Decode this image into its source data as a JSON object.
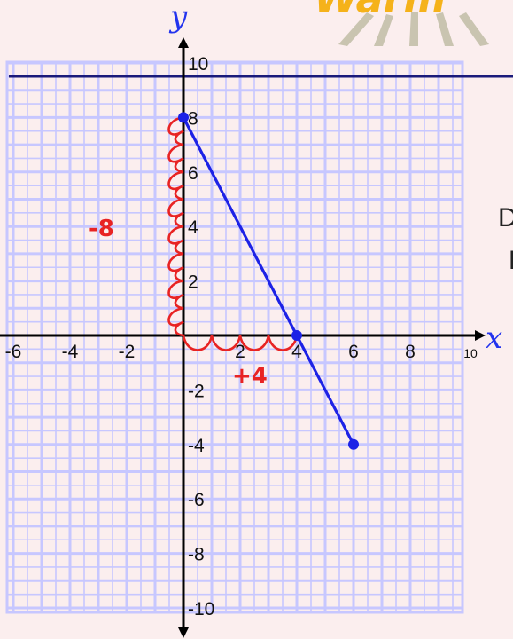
{
  "slide": {
    "logo_text": "Warm",
    "side_text_lines": [
      "D",
      "F"
    ]
  },
  "colors": {
    "background": "#fbeeee",
    "grid": "#c7c7ff",
    "axes": "#000000",
    "top_rule": "#1a1a7a",
    "line": "#1d22e6",
    "annotation": "#e82323",
    "logo": "#f5b21a"
  },
  "chart_data": {
    "type": "line",
    "xlim": [
      -7,
      11
    ],
    "ylim": [
      -11,
      11
    ],
    "grid": true,
    "x_ticks": [
      -6,
      -4,
      -2,
      2,
      4,
      6,
      8,
      10
    ],
    "y_ticks": [
      10,
      8,
      6,
      4,
      2,
      -2,
      -4,
      -6,
      -8,
      -10
    ],
    "xlabel": "x",
    "ylabel": "y",
    "points": [
      {
        "x": 0,
        "y": 8
      },
      {
        "x": 4,
        "y": 0
      },
      {
        "x": 6,
        "y": -4
      }
    ],
    "horizontal_line_y": 10,
    "annotations": {
      "rise": "-8",
      "run": "+4"
    }
  }
}
